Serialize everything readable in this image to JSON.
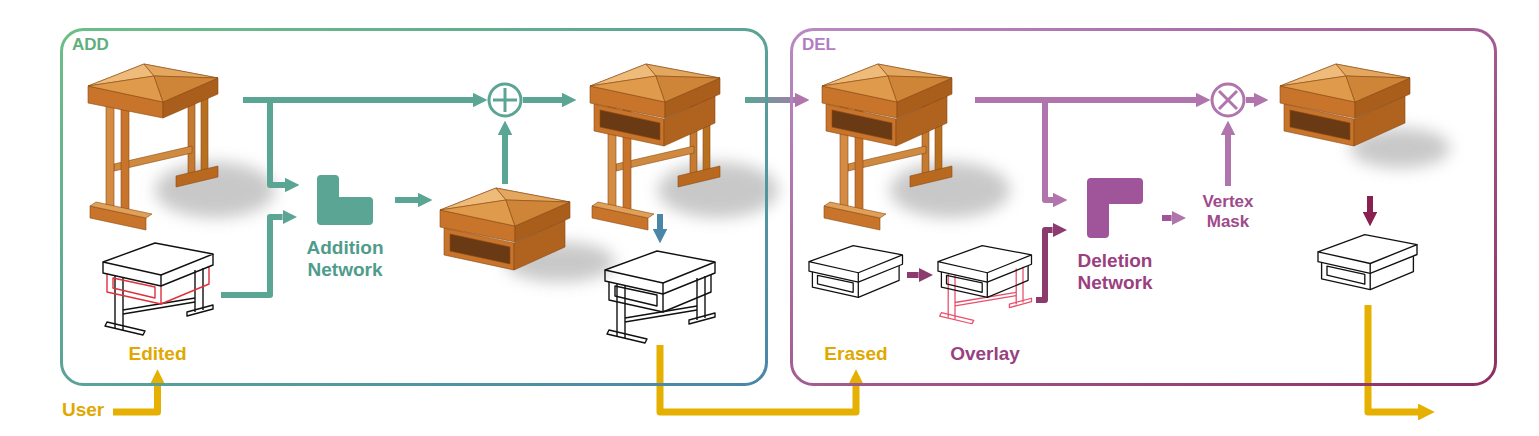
{
  "diagram": {
    "nodes": [
      {
        "text": [
          "ADD"
        ]
      },
      {
        "text": [
          "Edited"
        ],
        "in": 0
      },
      {
        "text": [
          "Addition Network"
        ],
        "in": 0
      },
      {
        "text": [
          "DEL"
        ]
      },
      {
        "text": [
          "Erased"
        ],
        "in": 3
      },
      {
        "text": [
          "Overlay"
        ],
        "in": 3
      },
      {
        "text": [
          "Deletion Network"
        ],
        "in": 3
      },
      {
        "text": [
          "Vertex Mask"
        ],
        "in": 3
      }
    ],
    "edges": [
      {
        "from": 1,
        "to": 2,
        "arrow": "to"
      },
      {
        "from": 4,
        "to": 5,
        "arrow": "to"
      },
      {
        "from": 5,
        "to": 6,
        "arrow": "to"
      },
      {
        "from": 6,
        "to": 7,
        "arrow": "to"
      }
    ],
    "labels": [
      "User"
    ]
  }
}
